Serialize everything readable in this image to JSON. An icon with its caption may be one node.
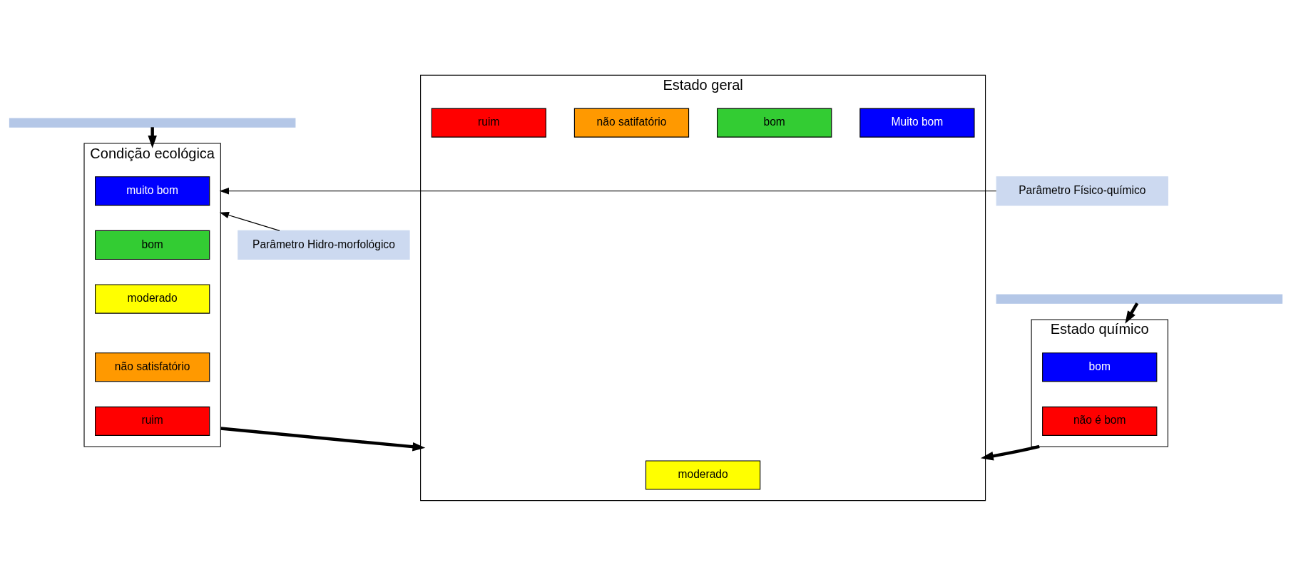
{
  "diagram": {
    "nodes": [
      {
        "text": [],
        "shape": "bar"
      },
      {
        "text": [],
        "shape": "bar"
      },
      {
        "text": [
          "Condição ecológica"
        ]
      },
      {
        "text": [
          "muito bom"
        ],
        "in": 2
      },
      {
        "text": [
          "bom"
        ],
        "in": 2
      },
      {
        "text": [
          "moderado"
        ],
        "in": 2
      },
      {
        "text": [
          "não satisfatório"
        ],
        "in": 2
      },
      {
        "text": [
          "ruim"
        ],
        "in": 2
      },
      {
        "text": [
          "Parâmetro Físico-químico"
        ]
      },
      {
        "text": [
          "Parâmetro Hidro-morfológico"
        ]
      },
      {
        "text": [
          "Estado químico"
        ]
      },
      {
        "text": [
          "bom"
        ],
        "in": 10
      },
      {
        "text": [
          "não é bom"
        ],
        "in": 10
      },
      {
        "text": [
          "Estado geral"
        ]
      },
      {
        "text": [
          "Muito bom"
        ],
        "in": 13
      },
      {
        "text": [
          "bom"
        ],
        "in": 13
      },
      {
        "text": [
          "moderado"
        ],
        "in": 13
      },
      {
        "text": [
          "não satifatório"
        ],
        "in": 13
      },
      {
        "text": [
          "ruim"
        ],
        "in": 13
      }
    ],
    "edges": [
      {
        "from": 0,
        "to": 2,
        "arrow": "to"
      },
      {
        "from": 1,
        "to": 10,
        "arrow": "to"
      },
      {
        "from": 8,
        "to": 2,
        "arrow": "to"
      },
      {
        "from": 9,
        "to": 2,
        "arrow": "to"
      },
      {
        "from": 2,
        "to": 13,
        "arrow": "to"
      },
      {
        "from": 10,
        "to": 13,
        "arrow": "to"
      }
    ]
  }
}
